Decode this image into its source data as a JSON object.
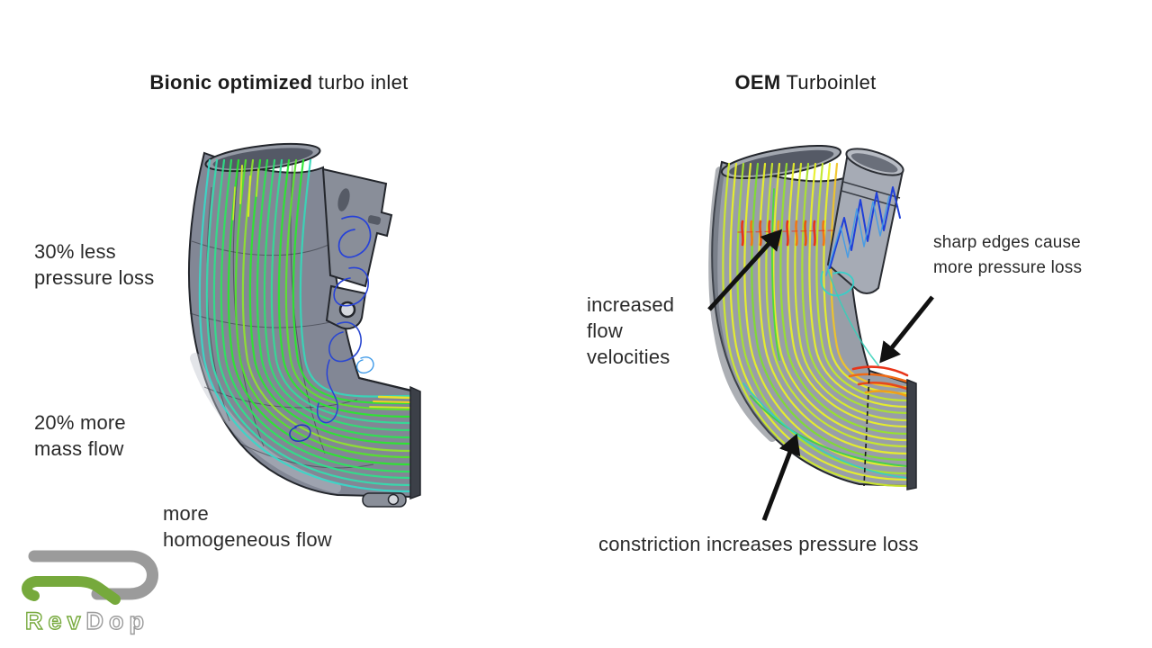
{
  "left_panel": {
    "title": {
      "bold": "Bionic optimized",
      "regular": " turbo inlet"
    },
    "figure_name": "bionic-turbo-inlet-cfd-streamlines",
    "annotations": {
      "pressure_loss": {
        "line1": "30% less",
        "line2": "pressure loss"
      },
      "mass_flow": {
        "line1": "20% more",
        "line2": "mass flow"
      },
      "homogeneous": {
        "line1": "more",
        "line2": "homogeneous flow"
      }
    }
  },
  "right_panel": {
    "title": {
      "bold": "OEM",
      "regular": " Turboinlet"
    },
    "figure_name": "oem-turbo-inlet-cfd-streamlines",
    "annotations": {
      "velocities": {
        "line1": "increased",
        "line2": "flow",
        "line3": "velocities"
      },
      "sharp_edges": {
        "line1": "sharp edges cause",
        "line2": "more pressure loss"
      },
      "constriction": {
        "line1": "constriction increases pressure loss"
      }
    }
  },
  "logo": {
    "monogram": "RD",
    "wordmark_left": "Rev",
    "wordmark_right": "Dop",
    "green": "#76a93c",
    "gray": "#9b9b9b"
  },
  "colors": {
    "text": "#2a2a2a",
    "arrow": "#111111",
    "cfd_slow_cyan": "#38d8c8",
    "cfd_medium_green": "#2ae72e",
    "cfd_fast_yellow": "#e7ef2a",
    "cfd_peak_red": "#e83418",
    "swirl_blue": "#2742d8",
    "pipe_gray": "#8b909b"
  }
}
